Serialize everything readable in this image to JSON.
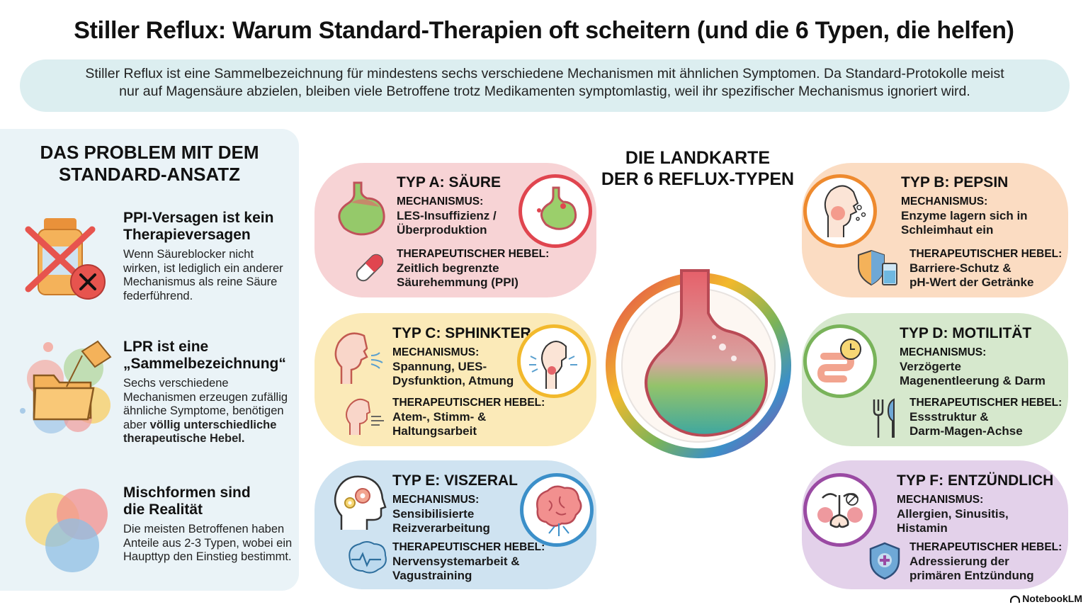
{
  "title": "Stiller Reflux: Warum Standard-Therapien oft scheitern (und die 6 Typen, die helfen)",
  "intro": {
    "line1": "Stiller Reflux ist eine Sammelbezeichnung für mindestens sechs verschiedene Mechanismen mit ähnlichen Symptomen. Da Standard-Protokolle meist",
    "line2": "nur auf Magensäure abzielen, bleiben viele Betroffene trotz Medikamenten symptomlastig, weil ihr spezifischer Mechanismus ignoriert wird."
  },
  "problem": {
    "heading1": "DAS PROBLEM MIT DEM",
    "heading2": "STANDARD-ANSATZ",
    "items": [
      {
        "title1": "PPI-Versagen ist kein",
        "title2": "Therapieversagen",
        "text": "Wenn Säureblocker nicht wirken, ist lediglich ein anderer Mechanismus als reine Säure federführend."
      },
      {
        "title1": "LPR ist eine",
        "title2": "„Sammelbezeichnung“",
        "text": "Sechs verschiedene Mechanismen erzeugen zufällig ähnliche Symptome, benötigen aber",
        "text_bold": "völlig unterschiedliche therapeutische Hebel."
      },
      {
        "title1": "Mischformen sind",
        "title2": "die Realität",
        "text": "Die meisten Betroffenen haben Anteile aus 2-3 Typen, wobei ein Haupttyp den Einstieg bestimmt."
      }
    ]
  },
  "map": {
    "title1": "DIE LANDKARTE",
    "title2": "DER 6 REFLUX-TYPEN"
  },
  "labels": {
    "mechanism": "MECHANISMUS:",
    "lever": "THERAPEUTISCHER HEBEL:"
  },
  "types": {
    "a": {
      "title": "TYP A: SÄURE",
      "mech1": "LES-Insuffizienz /",
      "mech2": "Überproduktion",
      "lever1": "Zeitlich begrenzte",
      "lever2": "Säurehemmung (PPI)"
    },
    "b": {
      "title": "TYP B: PEPSIN",
      "mech1": "Enzyme lagern sich in",
      "mech2": "Schleimhaut ein",
      "lever1": "Barriere-Schutz &",
      "lever2": "pH-Wert der Getränke"
    },
    "c": {
      "title": "TYP C: SPHINKTER",
      "mech1": "Spannung, UES-",
      "mech2": "Dysfunktion, Atmung",
      "lever1": "Atem-, Stimm- &",
      "lever2": "Haltungsarbeit"
    },
    "d": {
      "title": "TYP D: MOTILITÄT",
      "mech1": "Verzögerte",
      "mech2": "Magenentleerung & Darm",
      "lever1": "Essstruktur &",
      "lever2": "Darm-Magen-Achse"
    },
    "e": {
      "title": "TYP E: VISZERAL",
      "mech1": "Sensibilisierte",
      "mech2": "Reizverarbeitung",
      "lever1": "Nervensystemarbeit &",
      "lever2": "Vagustraining"
    },
    "f": {
      "title": "TYP F: ENTZÜNDLICH",
      "mech1": "Allergien, Sinusitis,",
      "mech2": "Histamin",
      "lever1": "Adressierung der",
      "lever2": "primären Entzündung"
    }
  },
  "colors": {
    "a": "#f7d3d5",
    "b": "#fbdcc2",
    "c": "#fbeab8",
    "d": "#d6e8cd",
    "e": "#cfe3f1",
    "f": "#e3d1ea",
    "a_ring": "#e0454f",
    "b_ring": "#ee8a2e",
    "c_ring": "#f2b92c",
    "d_ring": "#79b35a",
    "e_ring": "#3b8fc9",
    "f_ring": "#9a4aa3"
  },
  "icons": [
    "pill-bottle-crossed-icon",
    "folder-tag-icon",
    "overlapping-circles-icon",
    "stomach-icon",
    "capsule-icon",
    "throat-spray-icon",
    "shield-glass-icon",
    "breathing-face-icon",
    "intestine-clock-icon",
    "fork-knife-icon",
    "head-gears-icon",
    "brain-icon",
    "heartbeat-brain-icon",
    "inflamed-nose-icon",
    "shield-cross-icon"
  ],
  "brand": "NotebookLM"
}
